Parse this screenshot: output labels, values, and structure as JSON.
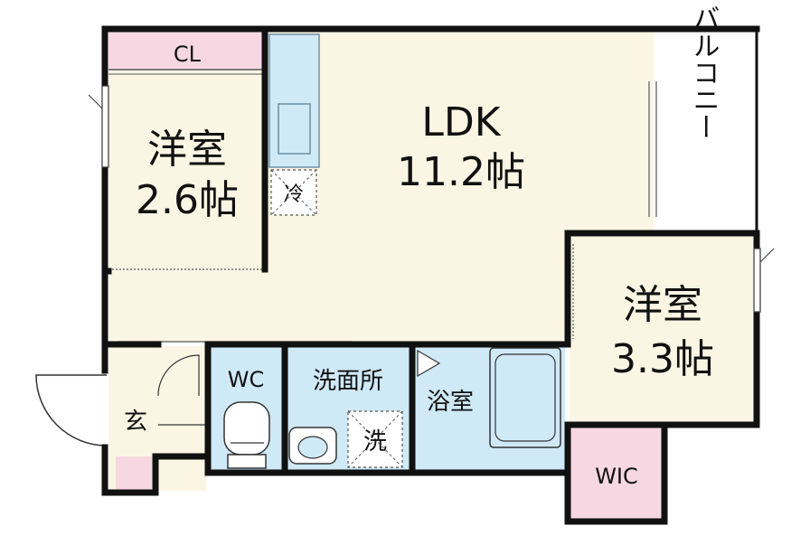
{
  "rooms": {
    "ldk": {
      "name": "LDK",
      "size": "11.2帖"
    },
    "western1": {
      "name": "洋室",
      "size": "2.6帖"
    },
    "western2": {
      "name": "洋室",
      "size": "3.3帖"
    },
    "closet": {
      "name": "CL"
    },
    "balcony": {
      "name": "バルコニー"
    },
    "toilet": {
      "name": "WC"
    },
    "washroom": {
      "name": "洗面所"
    },
    "bathroom": {
      "name": "浴室"
    },
    "wic": {
      "name": "WIC"
    },
    "entrance": {
      "name": "玄"
    },
    "fridge": {
      "name": "冷"
    },
    "washer": {
      "name": "洗"
    }
  },
  "colors": {
    "wall": "#111111",
    "room_fill": "#fbf6e4",
    "storage_fill": "#f7d8e2",
    "wet_fill": "#cfe9f7",
    "balcony_fill": "#ffffff"
  }
}
